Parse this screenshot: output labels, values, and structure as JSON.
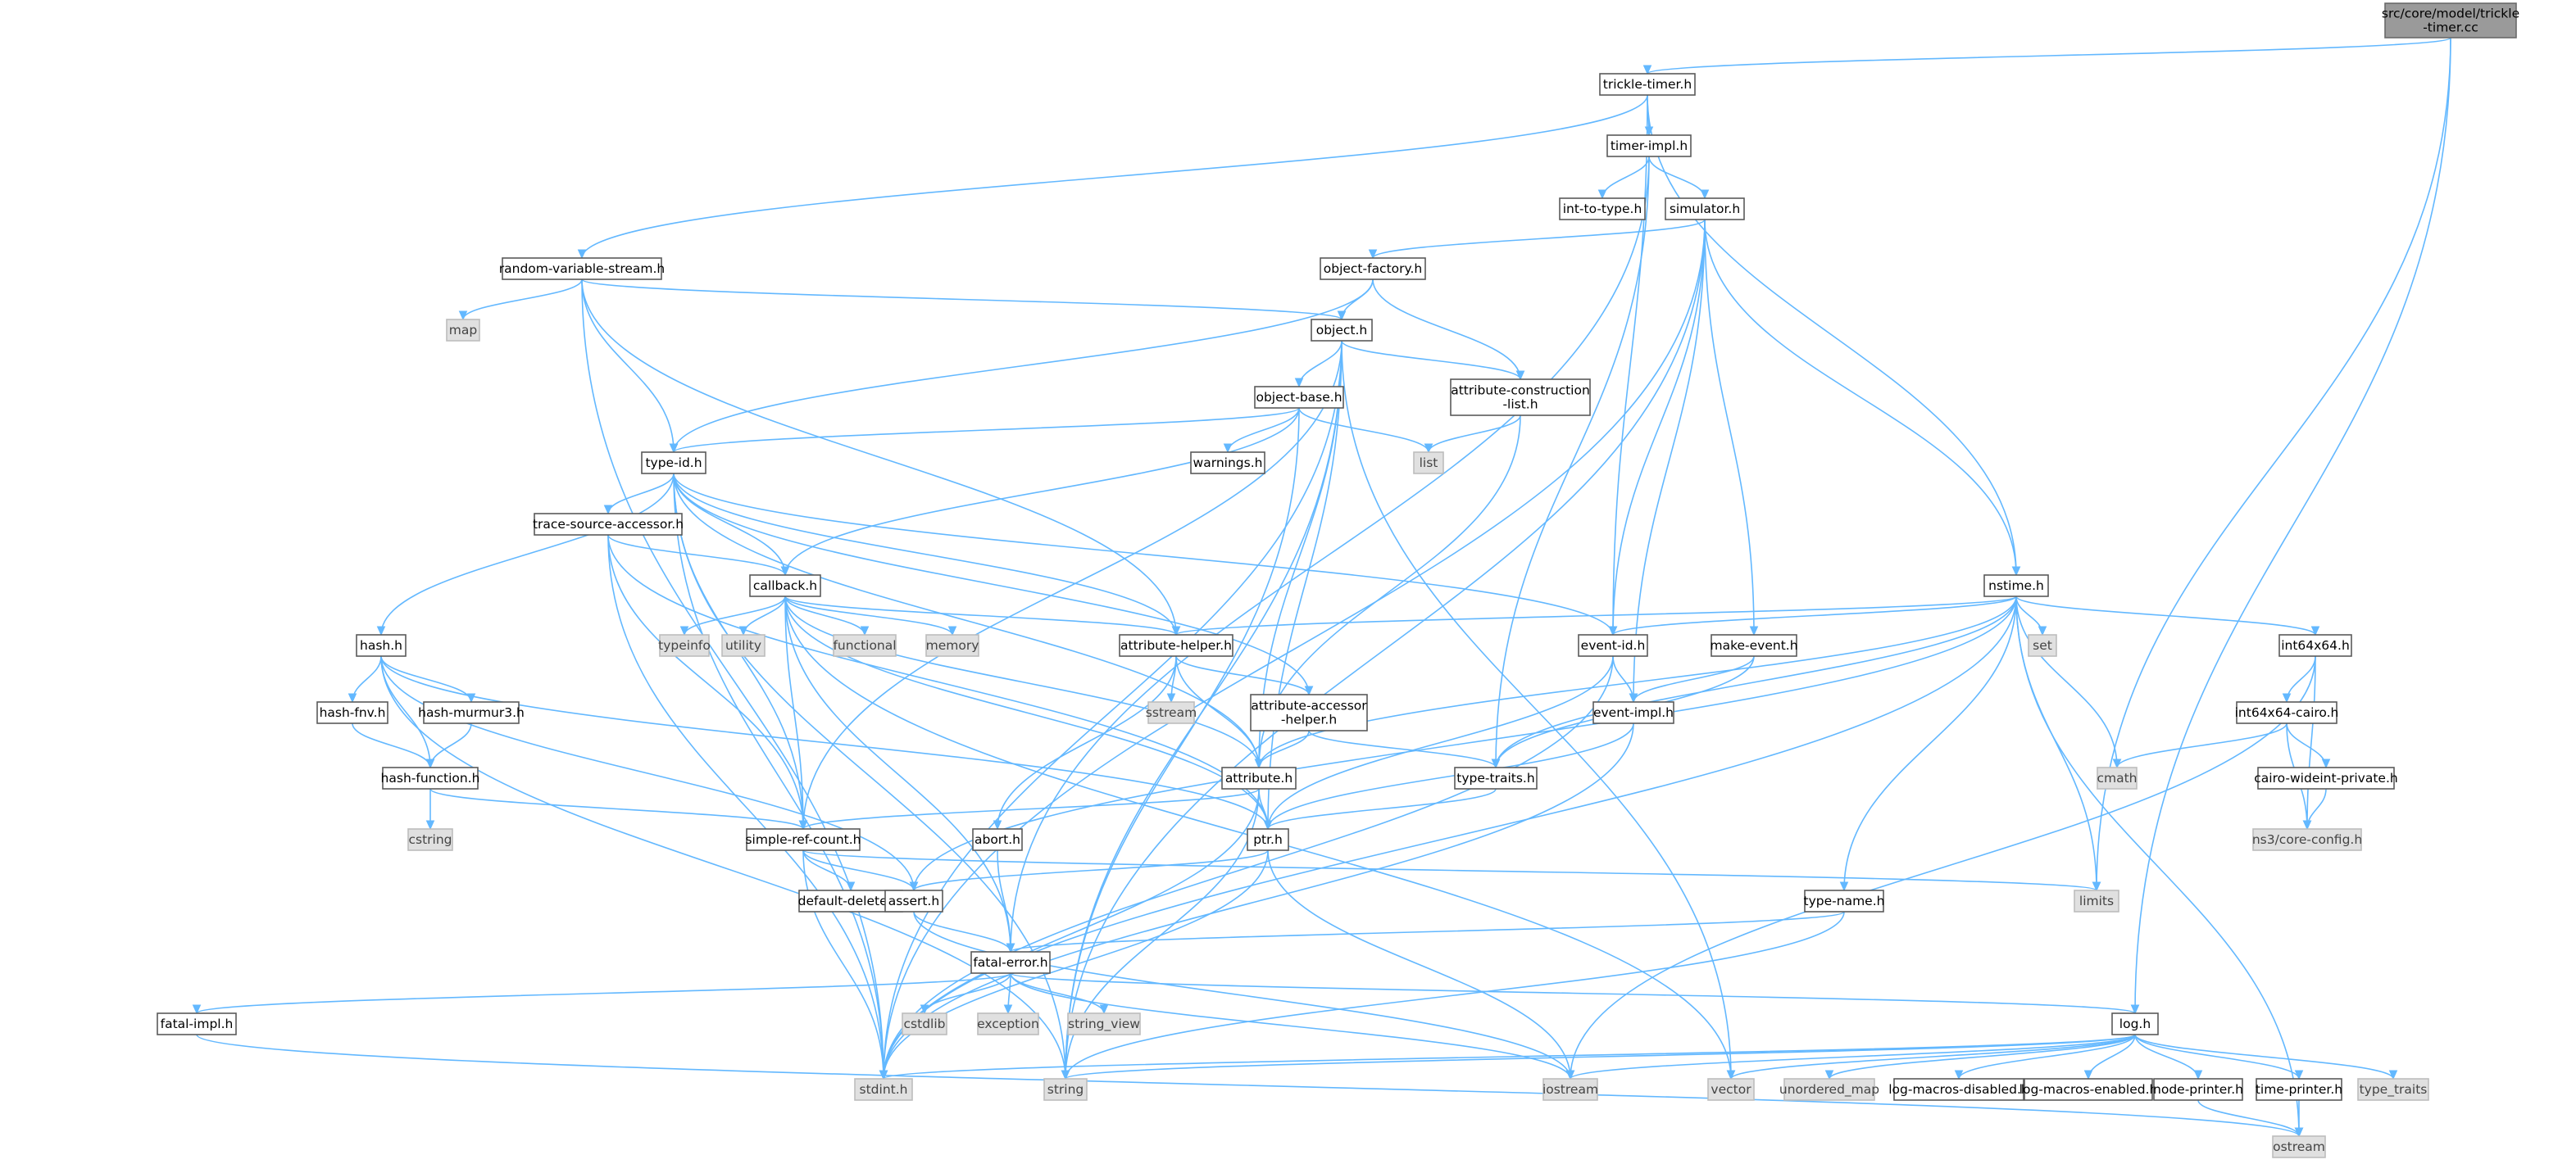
{
  "diagram": {
    "kind": "include-dependency-graph",
    "colors": {
      "edge": "#63b8ff",
      "file_border": "#5a5a5a",
      "system_fill": "#e0e0e0",
      "root_fill": "#9a9a9a"
    },
    "nodes": [
      {
        "id": "root",
        "lines": [
          "src/core/model/trickle",
          "-timer.cc"
        ],
        "kind": "root"
      },
      {
        "id": "trickle-timer.h",
        "lines": [
          "trickle-timer.h"
        ],
        "kind": "file"
      },
      {
        "id": "timer-impl.h",
        "lines": [
          "timer-impl.h"
        ],
        "kind": "file"
      },
      {
        "id": "int-to-type.h",
        "lines": [
          "int-to-type.h"
        ],
        "kind": "file"
      },
      {
        "id": "simulator.h",
        "lines": [
          "simulator.h"
        ],
        "kind": "file"
      },
      {
        "id": "random-variable-stream.h",
        "lines": [
          "random-variable-stream.h"
        ],
        "kind": "file"
      },
      {
        "id": "map",
        "lines": [
          "map"
        ],
        "kind": "system"
      },
      {
        "id": "object-factory.h",
        "lines": [
          "object-factory.h"
        ],
        "kind": "file"
      },
      {
        "id": "object.h",
        "lines": [
          "object.h"
        ],
        "kind": "file"
      },
      {
        "id": "object-base.h",
        "lines": [
          "object-base.h"
        ],
        "kind": "file"
      },
      {
        "id": "attribute-construction-list.h",
        "lines": [
          "attribute-construction",
          "-list.h"
        ],
        "kind": "file"
      },
      {
        "id": "list",
        "lines": [
          "list"
        ],
        "kind": "system"
      },
      {
        "id": "warnings.h",
        "lines": [
          "warnings.h"
        ],
        "kind": "file"
      },
      {
        "id": "type-id.h",
        "lines": [
          "type-id.h"
        ],
        "kind": "file"
      },
      {
        "id": "trace-source-accessor.h",
        "lines": [
          "trace-source-accessor.h"
        ],
        "kind": "file"
      },
      {
        "id": "callback.h",
        "lines": [
          "callback.h"
        ],
        "kind": "file"
      },
      {
        "id": "typeinfo",
        "lines": [
          "typeinfo"
        ],
        "kind": "system"
      },
      {
        "id": "utility",
        "lines": [
          "utility"
        ],
        "kind": "system"
      },
      {
        "id": "functional",
        "lines": [
          "functional"
        ],
        "kind": "system"
      },
      {
        "id": "memory",
        "lines": [
          "memory"
        ],
        "kind": "system"
      },
      {
        "id": "attribute-helper.h",
        "lines": [
          "attribute-helper.h"
        ],
        "kind": "file"
      },
      {
        "id": "sstream",
        "lines": [
          "sstream"
        ],
        "kind": "system"
      },
      {
        "id": "attribute-accessor-helper.h",
        "lines": [
          "attribute-accessor",
          "-helper.h"
        ],
        "kind": "file"
      },
      {
        "id": "hash.h",
        "lines": [
          "hash.h"
        ],
        "kind": "file"
      },
      {
        "id": "hash-fnv.h",
        "lines": [
          "hash-fnv.h"
        ],
        "kind": "file"
      },
      {
        "id": "hash-murmur3.h",
        "lines": [
          "hash-murmur3.h"
        ],
        "kind": "file"
      },
      {
        "id": "hash-function.h",
        "lines": [
          "hash-function.h"
        ],
        "kind": "file"
      },
      {
        "id": "cstring",
        "lines": [
          "cstring"
        ],
        "kind": "system"
      },
      {
        "id": "simple-ref-count.h",
        "lines": [
          "simple-ref-count.h"
        ],
        "kind": "file"
      },
      {
        "id": "default-deleter.h",
        "lines": [
          "default-deleter.h"
        ],
        "kind": "file"
      },
      {
        "id": "abort.h",
        "lines": [
          "abort.h"
        ],
        "kind": "file"
      },
      {
        "id": "attribute.h",
        "lines": [
          "attribute.h"
        ],
        "kind": "file"
      },
      {
        "id": "ptr.h",
        "lines": [
          "ptr.h"
        ],
        "kind": "file"
      },
      {
        "id": "assert.h",
        "lines": [
          "assert.h"
        ],
        "kind": "file"
      },
      {
        "id": "fatal-error.h",
        "lines": [
          "fatal-error.h"
        ],
        "kind": "file"
      },
      {
        "id": "fatal-impl.h",
        "lines": [
          "fatal-impl.h"
        ],
        "kind": "file"
      },
      {
        "id": "cstdlib",
        "lines": [
          "cstdlib"
        ],
        "kind": "system"
      },
      {
        "id": "exception",
        "lines": [
          "exception"
        ],
        "kind": "system"
      },
      {
        "id": "string_view",
        "lines": [
          "string_view"
        ],
        "kind": "system"
      },
      {
        "id": "stdint.h",
        "lines": [
          "stdint.h"
        ],
        "kind": "system"
      },
      {
        "id": "string",
        "lines": [
          "string"
        ],
        "kind": "system"
      },
      {
        "id": "event-id.h",
        "lines": [
          "event-id.h"
        ],
        "kind": "file"
      },
      {
        "id": "event-impl.h",
        "lines": [
          "event-impl.h"
        ],
        "kind": "file"
      },
      {
        "id": "make-event.h",
        "lines": [
          "make-event.h"
        ],
        "kind": "file"
      },
      {
        "id": "type-traits.h",
        "lines": [
          "type-traits.h"
        ],
        "kind": "file"
      },
      {
        "id": "nstime.h",
        "lines": [
          "nstime.h"
        ],
        "kind": "file"
      },
      {
        "id": "set",
        "lines": [
          "set"
        ],
        "kind": "system"
      },
      {
        "id": "int64x64.h",
        "lines": [
          "int64x64.h"
        ],
        "kind": "file"
      },
      {
        "id": "int64x64-cairo.h",
        "lines": [
          "int64x64-cairo.h"
        ],
        "kind": "file"
      },
      {
        "id": "cmath",
        "lines": [
          "cmath"
        ],
        "kind": "system"
      },
      {
        "id": "cairo-wideint-private.h",
        "lines": [
          "cairo-wideint-private.h"
        ],
        "kind": "file"
      },
      {
        "id": "ns3/core-config.h",
        "lines": [
          "ns3/core-config.h"
        ],
        "kind": "system"
      },
      {
        "id": "limits",
        "lines": [
          "limits"
        ],
        "kind": "system"
      },
      {
        "id": "type-name.h",
        "lines": [
          "type-name.h"
        ],
        "kind": "file"
      },
      {
        "id": "log.h",
        "lines": [
          "log.h"
        ],
        "kind": "file"
      },
      {
        "id": "iostream",
        "lines": [
          "iostream"
        ],
        "kind": "system"
      },
      {
        "id": "vector",
        "lines": [
          "vector"
        ],
        "kind": "system"
      },
      {
        "id": "unordered_map",
        "lines": [
          "unordered_map"
        ],
        "kind": "system"
      },
      {
        "id": "log-macros-disabled.h",
        "lines": [
          "log-macros-disabled.h"
        ],
        "kind": "file"
      },
      {
        "id": "log-macros-enabled.h",
        "lines": [
          "log-macros-enabled.h"
        ],
        "kind": "file"
      },
      {
        "id": "node-printer.h",
        "lines": [
          "node-printer.h"
        ],
        "kind": "file"
      },
      {
        "id": "time-printer.h",
        "lines": [
          "time-printer.h"
        ],
        "kind": "file"
      },
      {
        "id": "type_traits",
        "lines": [
          "type_traits"
        ],
        "kind": "system"
      },
      {
        "id": "ostream",
        "lines": [
          "ostream"
        ],
        "kind": "system"
      }
    ],
    "edges": [
      [
        "root",
        "trickle-timer.h"
      ],
      [
        "root",
        "limits"
      ],
      [
        "root",
        "log.h"
      ],
      [
        "trickle-timer.h",
        "timer-impl.h"
      ],
      [
        "trickle-timer.h",
        "random-variable-stream.h"
      ],
      [
        "trickle-timer.h",
        "nstime.h"
      ],
      [
        "trickle-timer.h",
        "event-id.h"
      ],
      [
        "timer-impl.h",
        "int-to-type.h"
      ],
      [
        "timer-impl.h",
        "simulator.h"
      ],
      [
        "timer-impl.h",
        "fatal-error.h"
      ],
      [
        "timer-impl.h",
        "type-traits.h"
      ],
      [
        "simulator.h",
        "object-factory.h"
      ],
      [
        "simulator.h",
        "event-id.h"
      ],
      [
        "simulator.h",
        "event-impl.h"
      ],
      [
        "simulator.h",
        "make-event.h"
      ],
      [
        "simulator.h",
        "nstime.h"
      ],
      [
        "simulator.h",
        "stdint.h"
      ],
      [
        "simulator.h",
        "string"
      ],
      [
        "random-variable-stream.h",
        "map"
      ],
      [
        "random-variable-stream.h",
        "object.h"
      ],
      [
        "random-variable-stream.h",
        "type-id.h"
      ],
      [
        "random-variable-stream.h",
        "attribute-helper.h"
      ],
      [
        "random-variable-stream.h",
        "stdint.h"
      ],
      [
        "object-factory.h",
        "object.h"
      ],
      [
        "object-factory.h",
        "type-id.h"
      ],
      [
        "object-factory.h",
        "attribute-construction-list.h"
      ],
      [
        "object.h",
        "object-base.h"
      ],
      [
        "object.h",
        "attribute-construction-list.h"
      ],
      [
        "object.h",
        "attribute.h"
      ],
      [
        "object.h",
        "ptr.h"
      ],
      [
        "object.h",
        "simple-ref-count.h"
      ],
      [
        "object.h",
        "stdint.h"
      ],
      [
        "object.h",
        "string"
      ],
      [
        "object.h",
        "vector"
      ],
      [
        "object-base.h",
        "type-id.h"
      ],
      [
        "object-base.h",
        "warnings.h"
      ],
      [
        "object-base.h",
        "list"
      ],
      [
        "object-base.h",
        "callback.h"
      ],
      [
        "object-base.h",
        "string"
      ],
      [
        "attribute-construction-list.h",
        "list"
      ],
      [
        "attribute-construction-list.h",
        "attribute.h"
      ],
      [
        "type-id.h",
        "trace-source-accessor.h"
      ],
      [
        "type-id.h",
        "callback.h"
      ],
      [
        "type-id.h",
        "attribute-helper.h"
      ],
      [
        "type-id.h",
        "attribute-accessor-helper.h"
      ],
      [
        "type-id.h",
        "attribute.h"
      ],
      [
        "type-id.h",
        "hash.h"
      ],
      [
        "type-id.h",
        "simple-ref-count.h"
      ],
      [
        "type-id.h",
        "stdint.h"
      ],
      [
        "type-id.h",
        "string"
      ],
      [
        "type-id.h",
        "event-id.h"
      ],
      [
        "trace-source-accessor.h",
        "callback.h"
      ],
      [
        "trace-source-accessor.h",
        "ptr.h"
      ],
      [
        "trace-source-accessor.h",
        "simple-ref-count.h"
      ],
      [
        "trace-source-accessor.h",
        "stdint.h"
      ],
      [
        "callback.h",
        "typeinfo"
      ],
      [
        "callback.h",
        "utility"
      ],
      [
        "callback.h",
        "functional"
      ],
      [
        "callback.h",
        "memory"
      ],
      [
        "callback.h",
        "attribute-helper.h"
      ],
      [
        "callback.h",
        "attribute.h"
      ],
      [
        "callback.h",
        "ptr.h"
      ],
      [
        "callback.h",
        "simple-ref-count.h"
      ],
      [
        "callback.h",
        "fatal-error.h"
      ],
      [
        "callback.h",
        "vector"
      ],
      [
        "attribute-helper.h",
        "sstream"
      ],
      [
        "attribute-helper.h",
        "attribute-accessor-helper.h"
      ],
      [
        "attribute-helper.h",
        "attribute.h"
      ],
      [
        "attribute-helper.h",
        "abort.h"
      ],
      [
        "attribute-accessor-helper.h",
        "attribute.h"
      ],
      [
        "attribute-accessor-helper.h",
        "type-traits.h"
      ],
      [
        "hash.h",
        "hash-fnv.h"
      ],
      [
        "hash.h",
        "hash-murmur3.h"
      ],
      [
        "hash.h",
        "hash-function.h"
      ],
      [
        "hash.h",
        "assert.h"
      ],
      [
        "hash.h",
        "ptr.h"
      ],
      [
        "hash.h",
        "string"
      ],
      [
        "hash-fnv.h",
        "hash-function.h"
      ],
      [
        "hash-murmur3.h",
        "hash-function.h"
      ],
      [
        "hash-function.h",
        "cstring"
      ],
      [
        "hash-function.h",
        "simple-ref-count.h"
      ],
      [
        "simple-ref-count.h",
        "default-deleter.h"
      ],
      [
        "simple-ref-count.h",
        "assert.h"
      ],
      [
        "simple-ref-count.h",
        "limits"
      ],
      [
        "simple-ref-count.h",
        "stdint.h"
      ],
      [
        "abort.h",
        "fatal-error.h"
      ],
      [
        "attribute.h",
        "ptr.h"
      ],
      [
        "attribute.h",
        "simple-ref-count.h"
      ],
      [
        "attribute.h",
        "string"
      ],
      [
        "attribute.h",
        "stdint.h"
      ],
      [
        "ptr.h",
        "assert.h"
      ],
      [
        "ptr.h",
        "iostream"
      ],
      [
        "ptr.h",
        "stdint.h"
      ],
      [
        "assert.h",
        "fatal-error.h"
      ],
      [
        "assert.h",
        "iostream"
      ],
      [
        "fatal-error.h",
        "fatal-impl.h"
      ],
      [
        "fatal-error.h",
        "log.h"
      ],
      [
        "fatal-error.h",
        "cstdlib"
      ],
      [
        "fatal-error.h",
        "exception"
      ],
      [
        "fatal-error.h",
        "string_view"
      ],
      [
        "fatal-error.h",
        "iostream"
      ],
      [
        "fatal-impl.h",
        "ostream"
      ],
      [
        "event-id.h",
        "event-impl.h"
      ],
      [
        "event-id.h",
        "ptr.h"
      ],
      [
        "event-id.h",
        "stdint.h"
      ],
      [
        "event-impl.h",
        "ptr.h"
      ],
      [
        "event-impl.h",
        "stdint.h"
      ],
      [
        "make-event.h",
        "event-impl.h"
      ],
      [
        "make-event.h",
        "type-traits.h"
      ],
      [
        "type-traits.h",
        "ptr.h"
      ],
      [
        "nstime.h",
        "attribute-helper.h"
      ],
      [
        "nstime.h",
        "attribute.h"
      ],
      [
        "nstime.h",
        "event-id.h"
      ],
      [
        "nstime.h",
        "assert.h"
      ],
      [
        "nstime.h",
        "type-name.h"
      ],
      [
        "nstime.h",
        "set"
      ],
      [
        "nstime.h",
        "int64x64.h"
      ],
      [
        "nstime.h",
        "cmath"
      ],
      [
        "nstime.h",
        "limits"
      ],
      [
        "nstime.h",
        "ostream"
      ],
      [
        "nstime.h",
        "stdint.h"
      ],
      [
        "nstime.h",
        "type-traits.h"
      ],
      [
        "int64x64.h",
        "int64x64-cairo.h"
      ],
      [
        "int64x64.h",
        "ns3/core-config.h"
      ],
      [
        "int64x64.h",
        "iostream"
      ],
      [
        "int64x64-cairo.h",
        "cmath"
      ],
      [
        "int64x64-cairo.h",
        "cairo-wideint-private.h"
      ],
      [
        "int64x64-cairo.h",
        "ns3/core-config.h"
      ],
      [
        "cairo-wideint-private.h",
        "ns3/core-config.h"
      ],
      [
        "type-name.h",
        "fatal-error.h"
      ],
      [
        "type-name.h",
        "string"
      ],
      [
        "log.h",
        "stdint.h"
      ],
      [
        "log.h",
        "string"
      ],
      [
        "log.h",
        "iostream"
      ],
      [
        "log.h",
        "vector"
      ],
      [
        "log.h",
        "unordered_map"
      ],
      [
        "log.h",
        "log-macros-disabled.h"
      ],
      [
        "log.h",
        "log-macros-enabled.h"
      ],
      [
        "log.h",
        "node-printer.h"
      ],
      [
        "log.h",
        "time-printer.h"
      ],
      [
        "log.h",
        "type_traits"
      ],
      [
        "node-printer.h",
        "ostream"
      ],
      [
        "time-printer.h",
        "ostream"
      ]
    ]
  }
}
